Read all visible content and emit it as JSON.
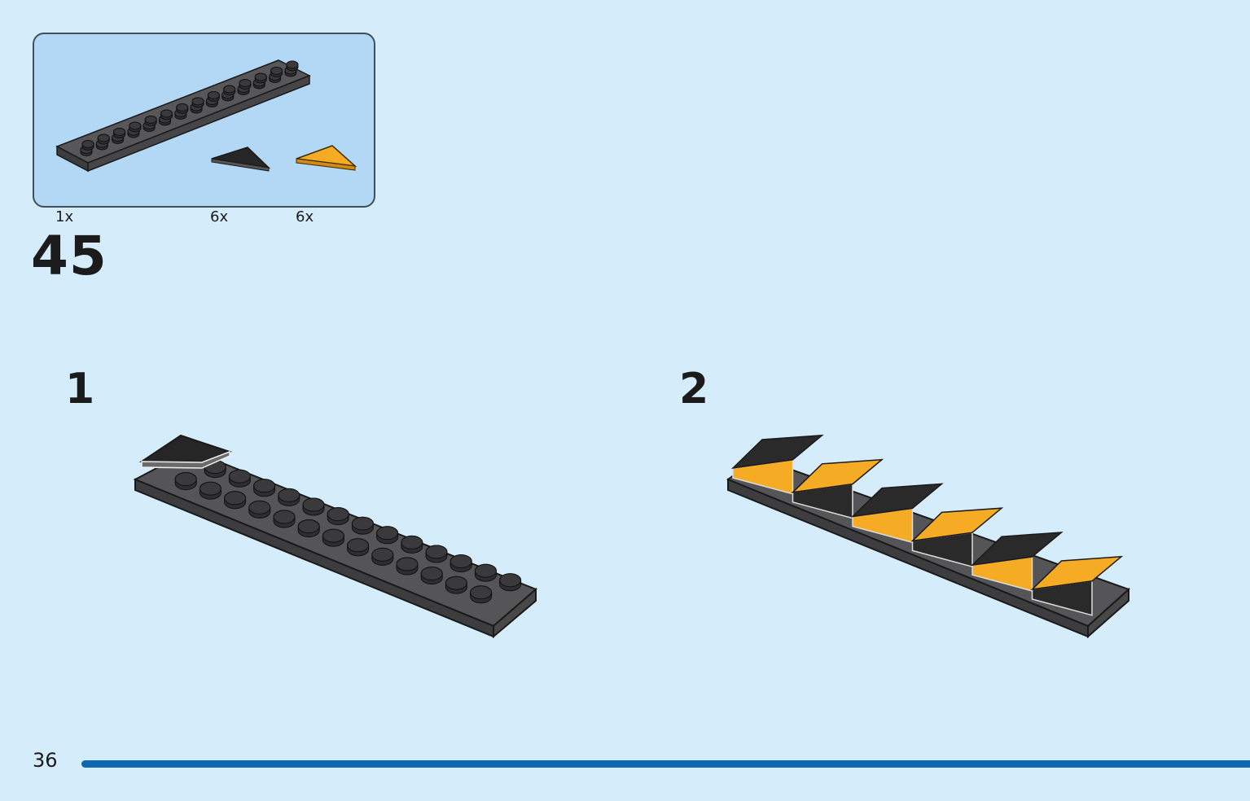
{
  "colors": {
    "background": "#d5ecfb",
    "parts_box_bg": "#b3d8f5",
    "plate_dark_gray": "#4d4d4f",
    "tile_black": "#262626",
    "tile_orange": "#f6ab24",
    "progress_bar": "#0d67b1"
  },
  "parts_list": {
    "items": [
      {
        "icon": "plate-2x14-dark-gray-icon",
        "qty": "1x"
      },
      {
        "icon": "wedge-tile-black-icon",
        "qty": "6x"
      },
      {
        "icon": "wedge-tile-orange-icon",
        "qty": "6x"
      }
    ]
  },
  "step": {
    "number": "45"
  },
  "sub_steps": [
    {
      "number": "1"
    },
    {
      "number": "2"
    }
  ],
  "footer": {
    "page_number": "36"
  }
}
